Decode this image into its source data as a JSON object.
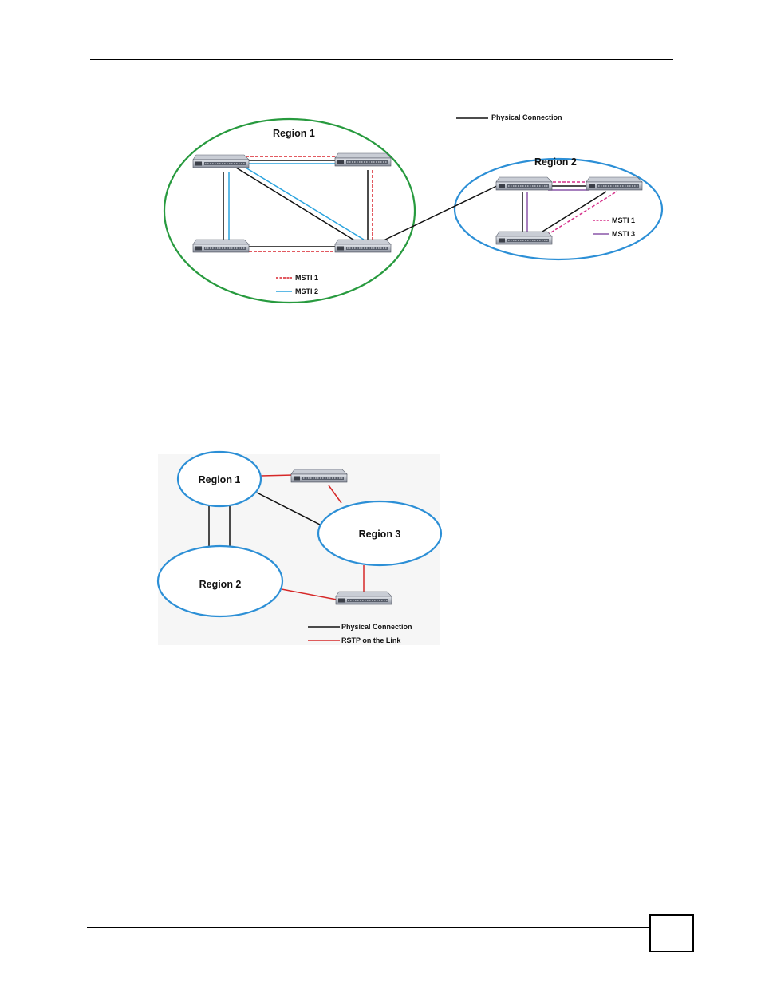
{
  "figure1": {
    "region1_label": "Region 1",
    "region2_label": "Region 2",
    "legend_physical": "Physical Connection",
    "legend_region1": [
      {
        "label": "MSTI 1",
        "style": "dashed",
        "color": "#d9232d"
      },
      {
        "label": "MSTI 2",
        "style": "solid",
        "color": "#2aa3de"
      }
    ],
    "legend_region2": [
      {
        "label": "MSTI 1",
        "style": "dashed",
        "color": "#d6308a"
      },
      {
        "label": "MSTI 3",
        "style": "solid",
        "color": "#8a56a8"
      }
    ]
  },
  "figure2": {
    "region1_label": "Region 1",
    "region2_label": "Region 2",
    "region3_label": "Region 3",
    "legend_physical": "Physical Connection",
    "legend_rstp": "RSTP on the Link"
  },
  "colors": {
    "region1_border": "#279a3e",
    "region_border_blue": "#2c8fd6",
    "physical": "#111111",
    "rstp": "#d62828",
    "msti1": "#d9232d",
    "msti2": "#2aa3de",
    "msti1_region2": "#d6308a",
    "msti3": "#8a56a8"
  },
  "page_number": ""
}
